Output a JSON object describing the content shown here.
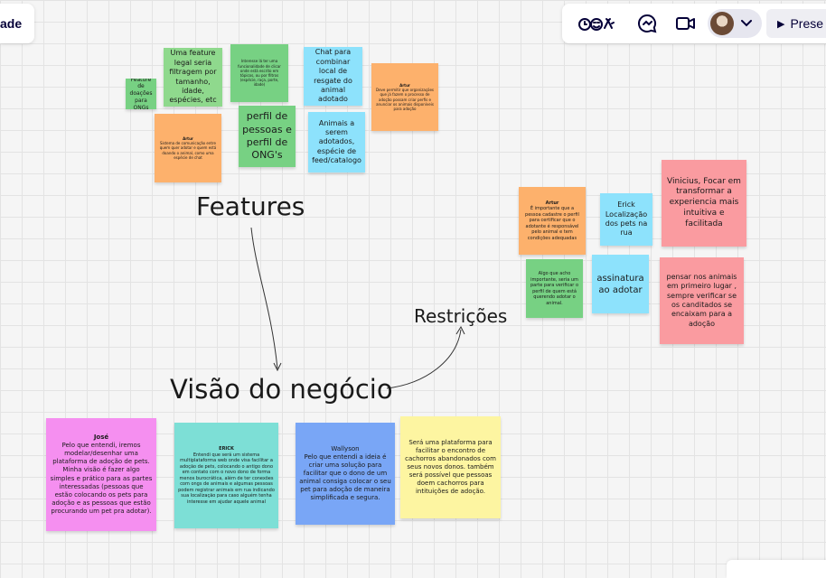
{
  "toolbar_left": {
    "label": "ade"
  },
  "toolbar_right": {
    "icons": [
      "reactions-icon",
      "comment-icon",
      "video-icon"
    ],
    "present_label": "Prese"
  },
  "colors": {
    "green": "#77d183",
    "green_light": "#8fd98d",
    "orange": "#fdb16c",
    "cyan": "#8de2fc",
    "pink": "#fa9ba0",
    "magenta": "#f58ff0",
    "teal": "#7ddfd6",
    "blue": "#79a6f6",
    "yellow": "#fdf5a1"
  },
  "headings": {
    "features": "Features",
    "visao": "Visão do negócio",
    "restricoes": "Restrições"
  },
  "stickies": [
    {
      "key": "s1",
      "text": "Feature de doações para ONGs"
    },
    {
      "key": "s2",
      "text": "Uma feature legal seria filtragem por tamanho, idade, espécies, etc"
    },
    {
      "key": "s3",
      "text": "Interesse lá ter uma funcionalidade de clicar onde está escrito em tópicos, ou por filtros (espécie, raça, porte, idade)"
    },
    {
      "key": "s4",
      "text": "Chat para combinar local de resgate do animal adotado"
    },
    {
      "key": "s5",
      "title": "Artur",
      "text": "Deve permitir que organizações que já fazem o processo de adoção possam criar perfis e anunciar os animais disponíveis para adoção"
    },
    {
      "key": "s6",
      "title": "Artur",
      "text": "Sistema de comunicação entre quem quer adotar e quem está doando o animal, como uma espécie de chat"
    },
    {
      "key": "s7",
      "text": "perfil de pessoas e perfil de ONG's"
    },
    {
      "key": "s8",
      "text": "Animais a serem adotados, espécie de feed/catalogo"
    },
    {
      "key": "s9",
      "title": "Artur",
      "text": "É importante que a pessoa cadastre o perfil para certificar que o adotante é responsável pelo animal e tem condições adequadas"
    },
    {
      "key": "s10",
      "text": "Erick Localização dos pets na rua"
    },
    {
      "key": "s11",
      "text": "Vinicius, Focar em transformar a experiencia mais intuitiva e facilitada"
    },
    {
      "key": "s12",
      "text": "Algo que acho importante, seria um parte para verificar o perfil de quem está querendo adotar o animal."
    },
    {
      "key": "s13",
      "text": "assinatura ao adotar"
    },
    {
      "key": "s14",
      "text": "pensar nos animais em primeiro lugar , sempre verificar se os canditados se encaixam para a adoção"
    },
    {
      "key": "s15",
      "title": "José",
      "text": "Pelo que entendi, iremos modelar/desenhar uma plataforma de adoção de pets. Minha visão é fazer algo simples e prático para as partes interessadas (pessoas que estão colocando os pets para adoção e as pessoas que estão procurando um pet pra adotar)."
    },
    {
      "key": "s16",
      "title": "ERICK",
      "text": "Entendi que será um sistema multiplataforma web onde visa facilitar a adoção de pets, colocando o antigo dono em contato com o novo dono de forma menos burocrática, além de ter conexões com ongs de animais e algumas pessoas podem registrar animais em rua indicando sua localização para caso alguém tenha interesse em ajudar aquele animal"
    },
    {
      "key": "s17",
      "title": "Wallyson",
      "text": "Pelo que entendi a ideia é criar uma solução para facilitar que o dono de um animal consiga colocar o seu pet para adoção de maneira simplificada e segura."
    },
    {
      "key": "s18",
      "text": "Será uma plataforma para facilitar o encontro de cachorros abandonados com seus novos donos. também será possível que pessoas doem cachorros para intituições de adoção."
    }
  ]
}
